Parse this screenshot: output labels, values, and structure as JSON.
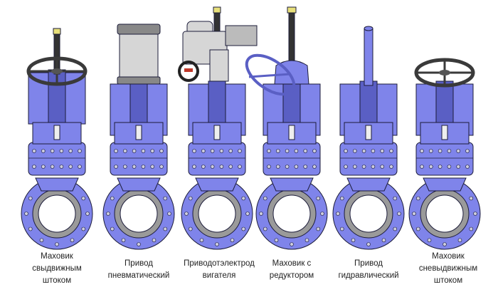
{
  "colors": {
    "body": "#7f84ea",
    "body_dark": "#5a5fc4",
    "outline": "#1c1c3a",
    "stem": "#333333",
    "stem_cap": "#e8e07a",
    "actuator_grey": "#d6d6d6",
    "handwheel_dark": "#3a3a3a"
  },
  "valves": [
    {
      "type": "handwheel-rising",
      "caption": [
        "Маховик",
        "свыдвижным",
        "штоком"
      ]
    },
    {
      "type": "pneumatic",
      "caption": [
        "Привод",
        "пневматический"
      ]
    },
    {
      "type": "electric",
      "caption": [
        "Приводотэлектрод",
        "вигателя"
      ]
    },
    {
      "type": "gearbox",
      "caption": [
        "Маховик с",
        "редуктором"
      ]
    },
    {
      "type": "hydraulic",
      "caption": [
        "Привод",
        "гидравлический"
      ]
    },
    {
      "type": "handwheel-nonrising",
      "caption": [
        "Маховик",
        "сневыдвижным",
        "штоком"
      ]
    }
  ]
}
